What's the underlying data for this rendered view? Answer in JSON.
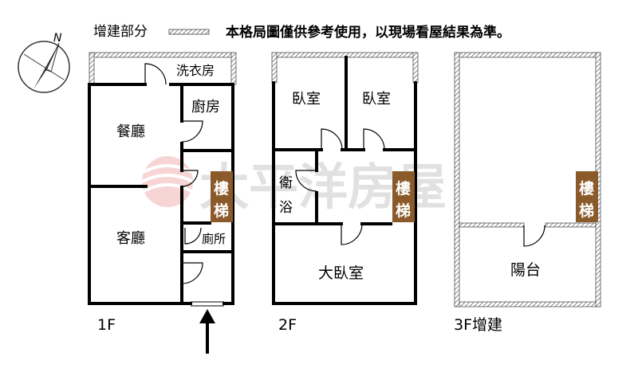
{
  "legend": {
    "addition_label": "增建部分",
    "note": "本格局圖僅供參考使用，以現場看屋結果為準。"
  },
  "compass": {
    "north_label": "N"
  },
  "watermark": {
    "text": "太平洋房屋"
  },
  "floors": {
    "f1": {
      "label": "1F",
      "rooms": {
        "laundry": "洗衣房",
        "kitchen": "廚房",
        "dining": "餐廳",
        "living": "客廳",
        "toilet": "廁所",
        "stairs": [
          "樓",
          "梯"
        ]
      }
    },
    "f2": {
      "label": "2F",
      "rooms": {
        "bedroom_left": "臥室",
        "bedroom_right": "臥室",
        "bathroom": [
          "衛",
          "浴"
        ],
        "master_bedroom": "大臥室",
        "stairs": [
          "樓",
          "梯"
        ]
      }
    },
    "f3": {
      "label": "3F增建",
      "rooms": {
        "balcony": "陽台",
        "stairs": [
          "樓",
          "梯"
        ]
      }
    }
  },
  "colors": {
    "stairs": "#8B5A2B",
    "wall": "#000000",
    "hatch": "#666666",
    "watermark_logo": "#e57373"
  },
  "icons": {
    "entrance": "entrance-arrow-icon",
    "compass": "compass-icon",
    "addition": "hatched-wall-legend-icon"
  }
}
